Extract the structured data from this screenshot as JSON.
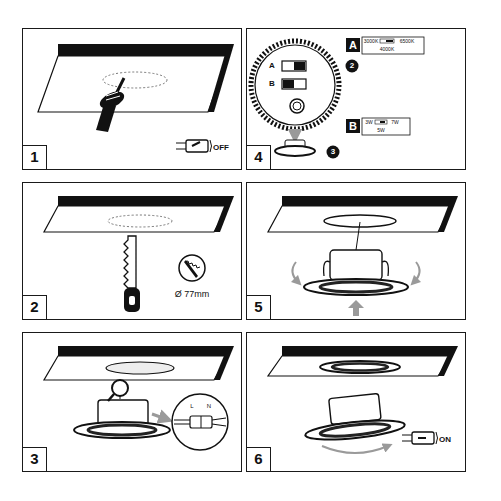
{
  "diagram": {
    "nodes": [
      {
        "text": [
          "1"
        ]
      },
      {
        "text": [
          "2"
        ]
      },
      {
        "text": [
          "3"
        ]
      },
      {
        "text": [
          "4"
        ]
      },
      {
        "text": [
          "5"
        ]
      },
      {
        "text": [
          "6"
        ]
      }
    ],
    "labels": [
      "OFF",
      "Ø 77mm",
      "L",
      "N",
      "A",
      "B",
      "2",
      "A",
      "3000K",
      "6500K",
      "4000K",
      "3",
      "B",
      "3W",
      "7W",
      "5W",
      "ON"
    ]
  }
}
